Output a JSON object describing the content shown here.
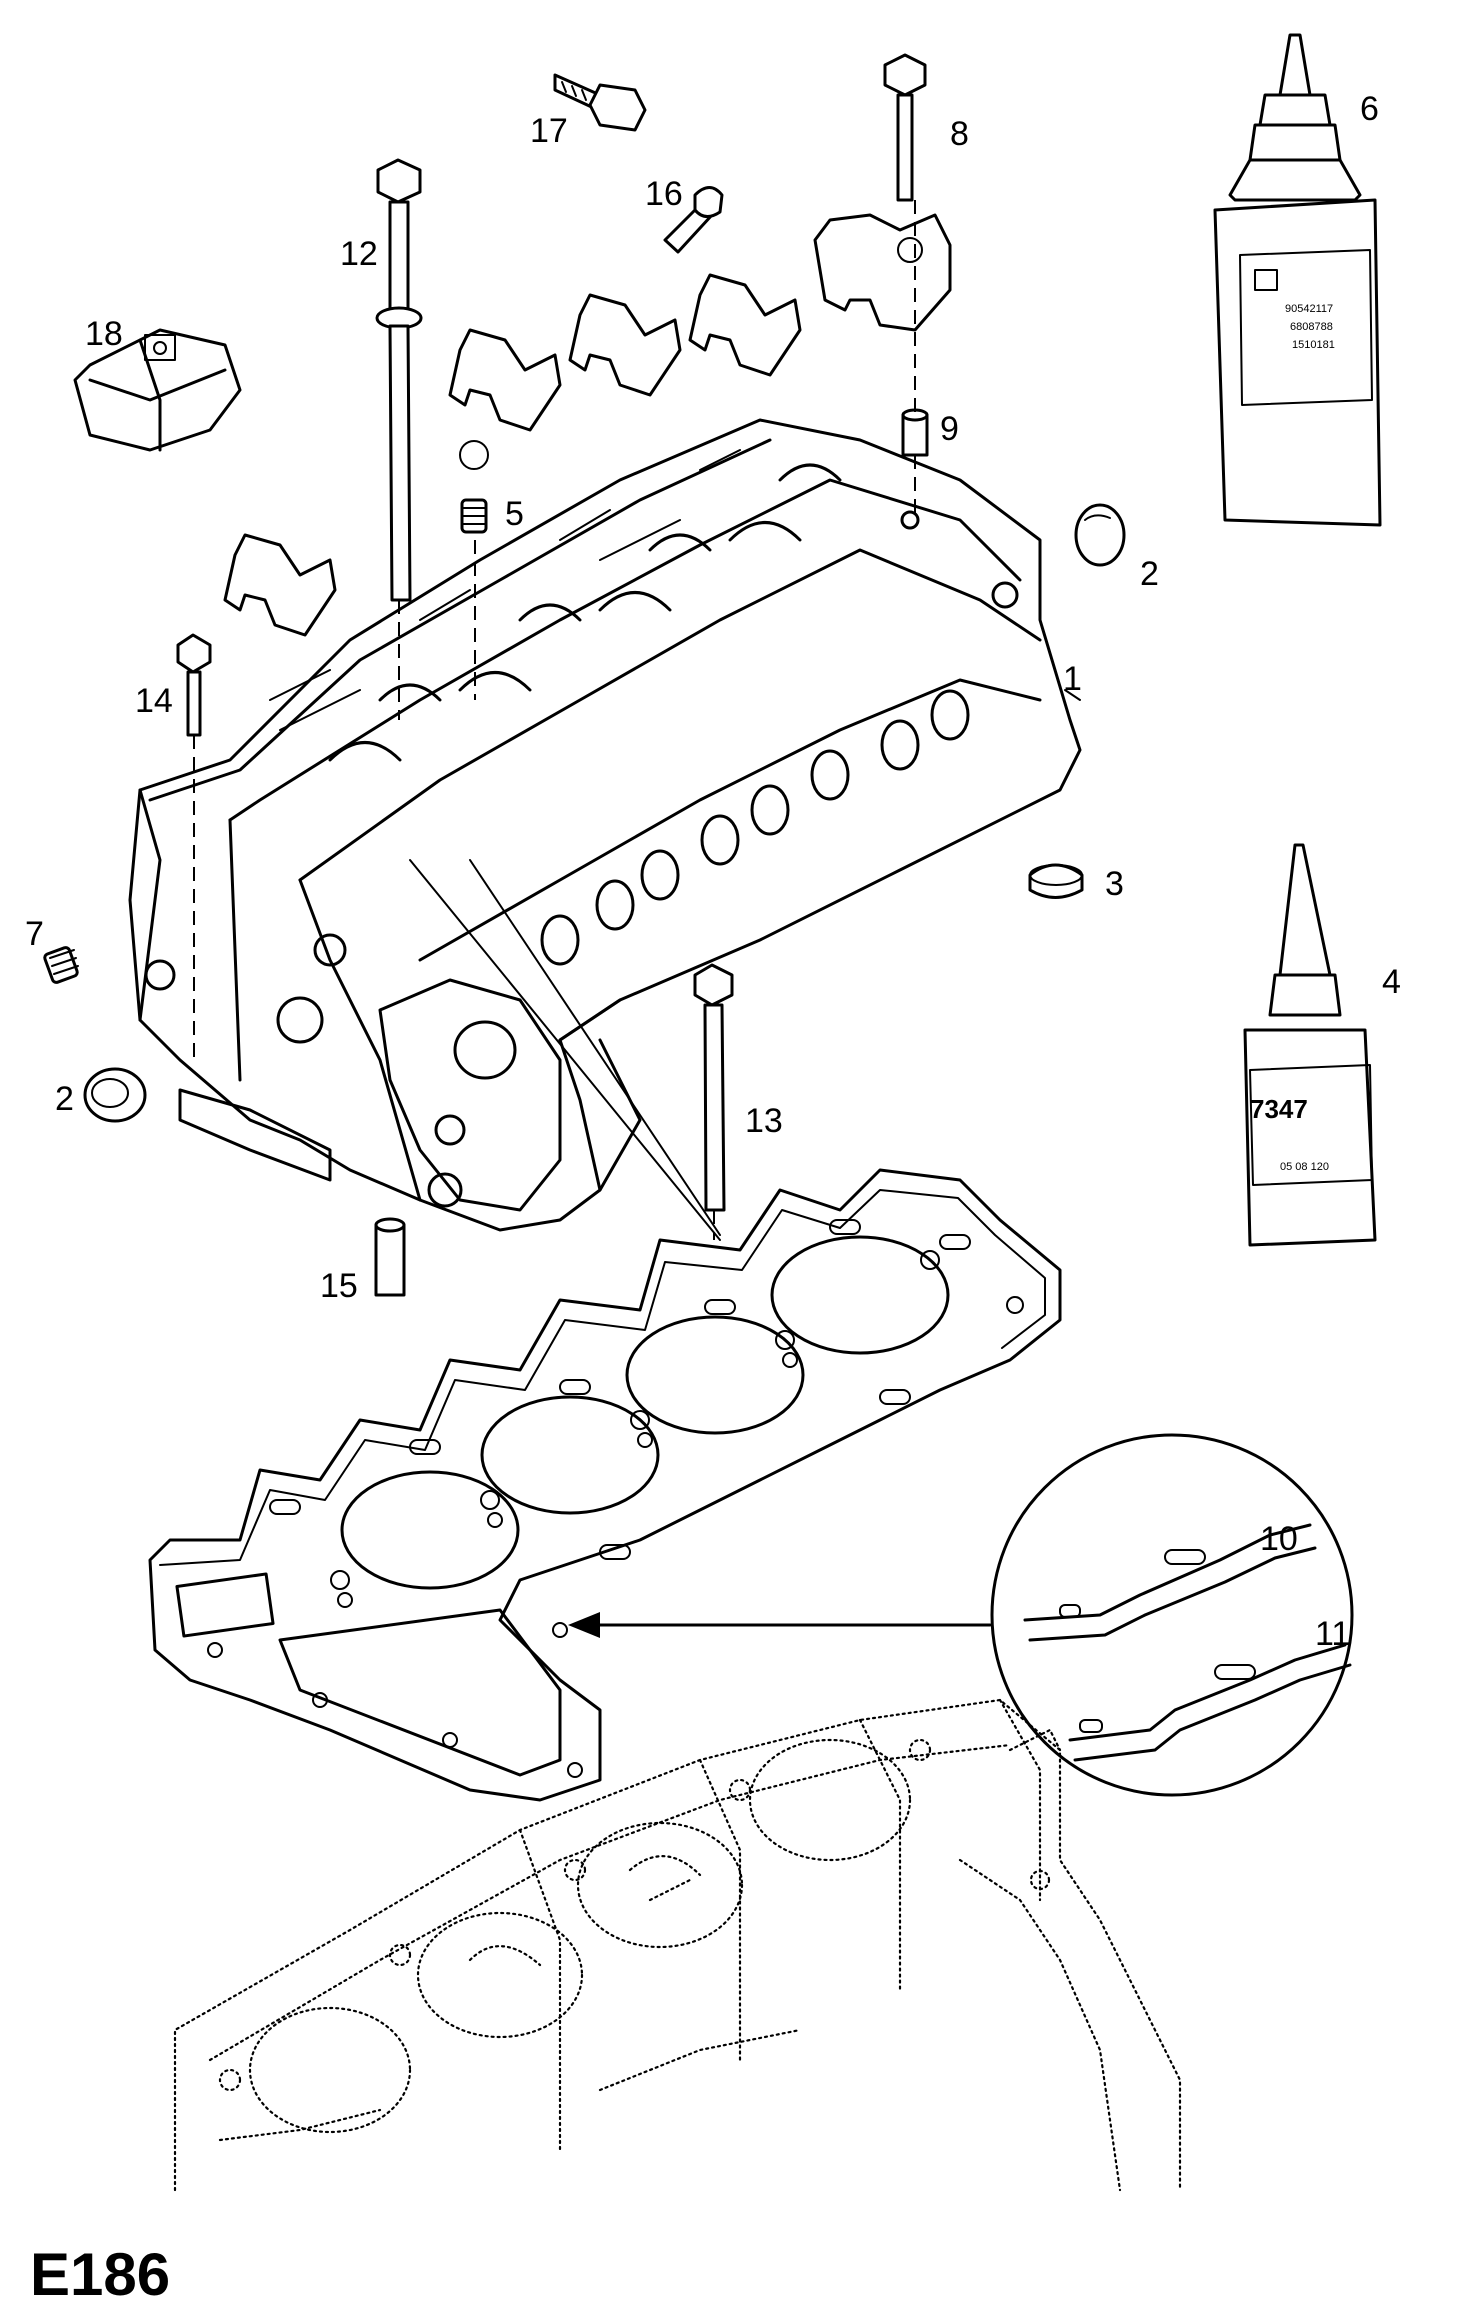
{
  "figure_code": "E186",
  "callouts": {
    "c1": "1",
    "c2a": "2",
    "c2b": "2",
    "c3": "3",
    "c4": "4",
    "c5": "5",
    "c6": "6",
    "c7": "7",
    "c8": "8",
    "c9": "9",
    "c10": "10",
    "c11": "11",
    "c12": "12",
    "c13": "13",
    "c14": "14",
    "c15": "15",
    "c16": "16",
    "c17": "17",
    "c18": "18"
  },
  "product_labels": {
    "bottle_6_lines": [
      "90542117",
      "6808788",
      "1510181"
    ],
    "tube_4_code": "7347",
    "tube_4_sub": "05 08 120"
  }
}
